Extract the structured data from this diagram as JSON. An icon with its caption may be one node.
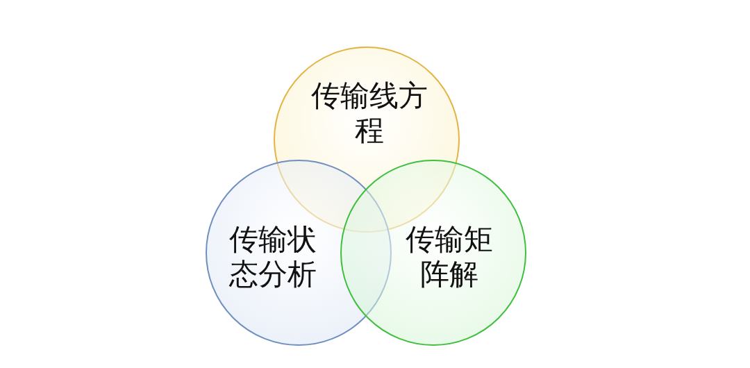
{
  "diagram": {
    "nodes": [
      {
        "text": [
          "传输线方程"
        ]
      },
      {
        "text": [
          "传输状态分析"
        ]
      },
      {
        "text": [
          "传输矩阵解"
        ]
      }
    ]
  }
}
